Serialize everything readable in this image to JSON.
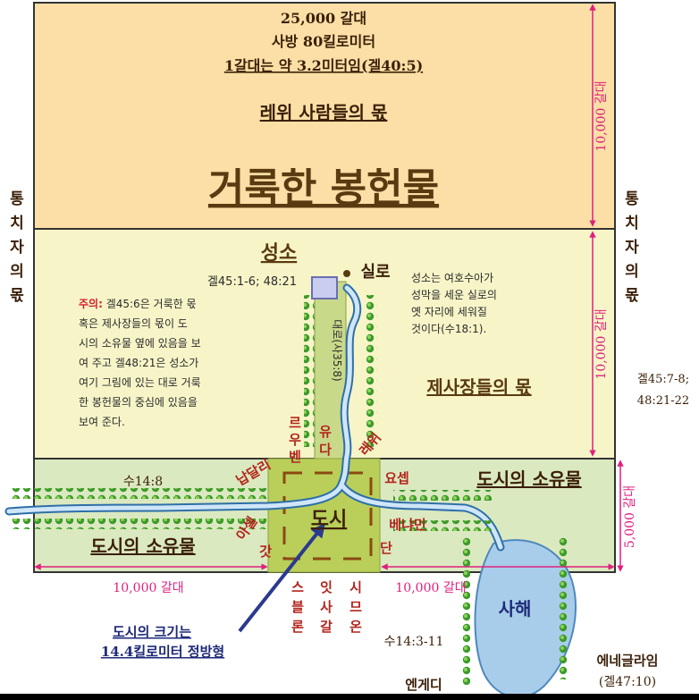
{
  "top_box": {
    "measure_1": "25,000 갈대",
    "measure_2": "사방 80킬로미터",
    "measure_3": "1갈대는 약 3.2미터임(겔40:5)",
    "levites_label": "레위 사람들의 몫",
    "title": "거룩한 봉헌물"
  },
  "dimensions": {
    "top_height": "10,000 갈대",
    "mid_height": "10,000 갈대",
    "bottom_height": "5,000 갈대",
    "bottom_left_width": "10,000 갈대",
    "bottom_right_width": "10,000 갈대"
  },
  "sides": {
    "prince_left": "통치자의몫",
    "prince_right": "통치자의몫",
    "ref_right_1": "겔45:7-8;",
    "ref_right_2": "48:21-22"
  },
  "middle": {
    "sanctuary_title": "성소",
    "sanctuary_ref": "겔45:1-6; 48:21",
    "shiloh": "실로",
    "shiloh_note": [
      "성소는 여호수아가",
      "성막을 세운 실로의",
      "옛 자리에 세워질",
      "것이다(수18:1)."
    ],
    "note_label": "주의:",
    "note_first": " 겔45:6은 거룩한 몫",
    "note_lines": [
      "혹은 제사장들의 몫이 도",
      "시의 소유물 옆에 있음을 보",
      "여 주고 겔48:21은 성소가",
      "여기 그림에 있는 대로 거룩",
      "한 봉헌물의 중심에 있음을",
      "보여 준다."
    ],
    "priests_label": "제사장들의 몫",
    "road_label": "대로(사35:8)"
  },
  "bottom": {
    "city_property_left": "도시의 소유물",
    "city_property_right": "도시의 소유물",
    "ref_josh": "수14:8",
    "city": "도시",
    "city_size_1": "도시의 크기는",
    "city_size_2": "14.4킬로미터 정방형",
    "dead_sea": "사해",
    "ref_josh2": "수14:3-11",
    "engedi": "엔게디",
    "eneglaim": "에네글라임",
    "eneglaim_ref": "(겔47:10)"
  },
  "gates": {
    "reuben": "르우벤",
    "judah": "유다",
    "levi": "레위",
    "naphtali": "납달리",
    "joseph": "요셉",
    "asher": "아셀",
    "gad": "갓",
    "benjamin": "베냐민",
    "dan": "단",
    "zebulun": "스블론",
    "issachar": "잇사갈",
    "simeon": "시므온"
  },
  "colors": {
    "top_fill": "#fbdfa6",
    "mid_fill": "#f7f5c8",
    "bottom_fill": "#dbe9c0",
    "city_fill": "#b9cf5a",
    "river": "#8fc1e9",
    "dimension": "#e0207e",
    "tribe_text": "#b3261e",
    "label_text": "#5a3a10",
    "arrow": "#2b3a8f"
  }
}
